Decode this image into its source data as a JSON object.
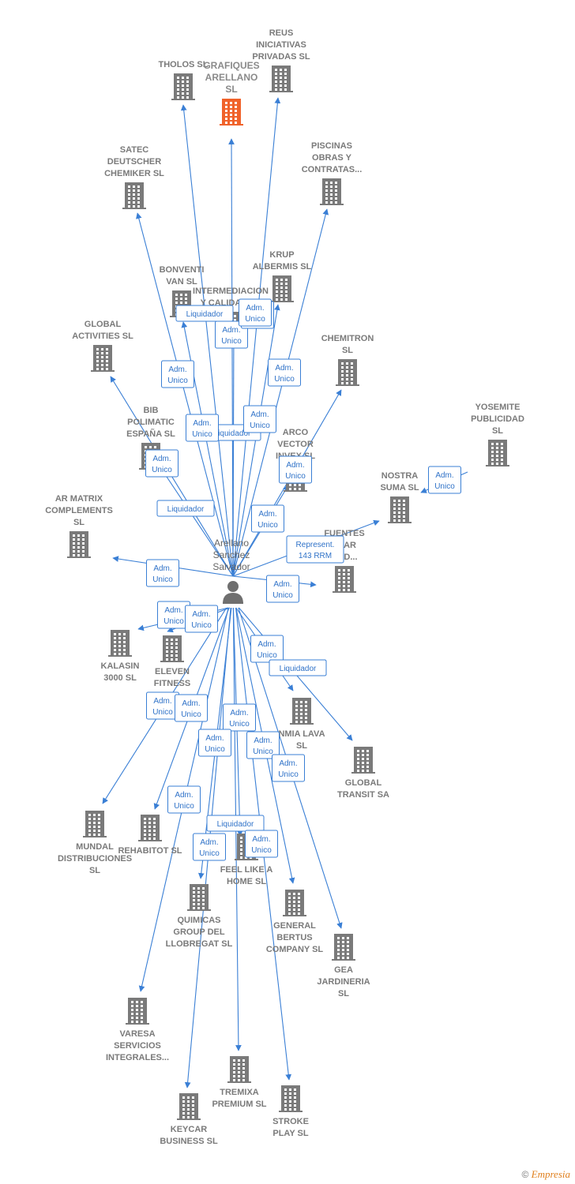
{
  "center": {
    "label": [
      "Arellano",
      "Sanchez",
      "Salvador"
    ]
  },
  "nodes": [
    {
      "id": "tholos",
      "label": [
        "THOLOS SL"
      ],
      "highlight": false
    },
    {
      "id": "grafiques",
      "label": [
        "GRAFIQUES",
        "ARELLANO",
        "SL"
      ],
      "highlight": true
    },
    {
      "id": "reus",
      "label": [
        "REUS",
        "INICIATIVAS",
        "PRIVADAS SL"
      ],
      "highlight": false
    },
    {
      "id": "satec",
      "label": [
        "SATEC",
        "DEUTSCHER",
        "CHEMIKER SL"
      ],
      "highlight": false
    },
    {
      "id": "piscinas",
      "label": [
        "PISCINAS",
        "OBRAS Y",
        "CONTRATAS..."
      ],
      "highlight": false
    },
    {
      "id": "bonventi",
      "label": [
        "BONVENTI",
        "VAN SL"
      ],
      "highlight": false
    },
    {
      "id": "intermediacion",
      "label": [
        "INTERMEDIACION",
        "Y CALIDAD SL"
      ],
      "highlight": false
    },
    {
      "id": "krup",
      "label": [
        "KRUP",
        "ALBERMIS SL"
      ],
      "highlight": false
    },
    {
      "id": "global_act",
      "label": [
        "GLOBAL",
        "ACTIVITIES SL"
      ],
      "highlight": false
    },
    {
      "id": "chemitron",
      "label": [
        "CHEMITRON",
        "SL"
      ],
      "highlight": false
    },
    {
      "id": "bib",
      "label": [
        "BIB",
        "POLIMATIC",
        "ESPAÑA SL"
      ],
      "highlight": false
    },
    {
      "id": "arco",
      "label": [
        "ARCO",
        "VECTOR",
        "INVEX SL"
      ],
      "highlight": false
    },
    {
      "id": "yosemite",
      "label": [
        "YOSEMITE",
        "PUBLICIDAD",
        "SL"
      ],
      "highlight": false
    },
    {
      "id": "nostra",
      "label": [
        "NOSTRA",
        "SUMA SL"
      ],
      "highlight": false
    },
    {
      "id": "armatrix",
      "label": [
        "AR MATRIX",
        "COMPLEMENTS",
        "SL"
      ],
      "highlight": false
    },
    {
      "id": "fuentes",
      "label": [
        "FUENTES",
        "AJAR",
        "DAD..."
      ],
      "highlight": false
    },
    {
      "id": "kalasin",
      "label": [
        "KALASIN",
        "3000 SL"
      ],
      "highlight": false
    },
    {
      "id": "eleven",
      "label": [
        "ELEVEN",
        "FITNESS"
      ],
      "highlight": false
    },
    {
      "id": "nmia",
      "label": [
        "NMIA LAVA",
        "SL"
      ],
      "highlight": false
    },
    {
      "id": "globaltransit",
      "label": [
        "GLOBAL",
        "TRANSIT SA"
      ],
      "highlight": false
    },
    {
      "id": "mundal",
      "label": [
        "MUNDAL",
        "DISTRIBUCIONES",
        "SL"
      ],
      "highlight": false
    },
    {
      "id": "rehabitot",
      "label": [
        "REHABITOT SL"
      ],
      "highlight": false
    },
    {
      "id": "feellike",
      "label": [
        "FEEL LIKE A",
        "HOME SL"
      ],
      "highlight": false
    },
    {
      "id": "quimicas",
      "label": [
        "QUIMICAS",
        "GROUP DEL",
        "LLOBREGAT SL"
      ],
      "highlight": false
    },
    {
      "id": "generalbertus",
      "label": [
        "GENERAL",
        "BERTUS",
        "COMPANY SL"
      ],
      "highlight": false
    },
    {
      "id": "gea",
      "label": [
        "GEA",
        "JARDINERIA",
        "SL"
      ],
      "highlight": false
    },
    {
      "id": "varesa",
      "label": [
        "VARESA",
        "SERVICIOS",
        "INTEGRALES..."
      ],
      "highlight": false
    },
    {
      "id": "tremixa",
      "label": [
        "TREMIXA",
        "PREMIUM SL"
      ],
      "highlight": false
    },
    {
      "id": "keycar",
      "label": [
        "KEYCAR",
        "BUSINESS SL"
      ],
      "highlight": false
    },
    {
      "id": "stroke",
      "label": [
        "STROKE",
        "PLAY SL"
      ],
      "highlight": false
    }
  ],
  "edges": [
    {
      "to": "tholos",
      "tag": null
    },
    {
      "to": "grafiques",
      "tag": null
    },
    {
      "to": "reus",
      "tag": null
    },
    {
      "to": "satec",
      "tag": null
    },
    {
      "to": "piscinas",
      "tag": null
    },
    {
      "to": "bonventi",
      "tag": [
        "Liquidador"
      ]
    },
    {
      "to": "intermediacion",
      "tag": [
        "Adm.",
        "Unico"
      ]
    },
    {
      "to": "krup",
      "tag": [
        "Adm.",
        "Unico"
      ]
    },
    {
      "to": "global_act",
      "tag": [
        "Adm.",
        "Unico"
      ]
    },
    {
      "to": "chemitron",
      "tag": [
        "Adm.",
        "Unico"
      ]
    },
    {
      "to": "bib",
      "tag": [
        "Adm.",
        "Unico"
      ]
    },
    {
      "to": "arco",
      "tag": [
        "Adm.",
        "Unico"
      ]
    },
    {
      "to": "nostra",
      "tag": [
        "Represent.",
        "143 RRM"
      ]
    },
    {
      "to": "armatrix",
      "tag": [
        "Adm.",
        "Unico"
      ]
    },
    {
      "to": "fuentes",
      "tag": [
        "Adm.",
        "Unico"
      ]
    },
    {
      "to": "kalasin",
      "tag": [
        "Adm.",
        "Unico"
      ]
    },
    {
      "to": "eleven",
      "tag": [
        "Adm.",
        "Unico"
      ]
    },
    {
      "to": "nmia",
      "tag": [
        "Adm.",
        "Unico"
      ]
    },
    {
      "to": "globaltransit",
      "tag": [
        "Liquidador"
      ]
    },
    {
      "to": "mundal",
      "tag": [
        "Adm.",
        "Unico"
      ]
    },
    {
      "to": "rehabitot",
      "tag": [
        "Adm.",
        "Unico"
      ]
    },
    {
      "to": "feellike",
      "tag": [
        "Adm.",
        "Unico"
      ]
    },
    {
      "to": "quimicas",
      "tag": [
        "Adm.",
        "Unico"
      ]
    },
    {
      "to": "generalbertus",
      "tag": [
        "Adm.",
        "Unico"
      ]
    },
    {
      "to": "gea",
      "tag": [
        "Adm.",
        "Unico"
      ]
    },
    {
      "to": "varesa",
      "tag": [
        "Adm.",
        "Unico"
      ]
    },
    {
      "to": "tremixa",
      "tag": [
        "Liquidador"
      ]
    },
    {
      "to": "keycar",
      "tag": [
        "Adm.",
        "Unico"
      ]
    },
    {
      "to": "stroke",
      "tag": [
        "Adm.",
        "Unico"
      ]
    }
  ],
  "extra_edges": [
    {
      "from": "yosemite",
      "to": "nostra",
      "tag": [
        "Adm.",
        "Unico"
      ]
    }
  ],
  "extra_tags": [
    [
      "Liquidador"
    ],
    [
      "Liquidador"
    ],
    [
      "Adm.",
      "Unico"
    ],
    [
      "Adm.",
      "Unico"
    ],
    [
      "Liquidador"
    ],
    [
      "Adm.",
      "Unico"
    ],
    [
      "Adm.",
      "Unico"
    ]
  ],
  "colors": {
    "edge": "#3a7fd5",
    "building": "#7a7a7a",
    "highlight": "#f0622a",
    "person": "#6f6f6f"
  },
  "footer": {
    "copyright": "©",
    "brand": "Empresia"
  }
}
